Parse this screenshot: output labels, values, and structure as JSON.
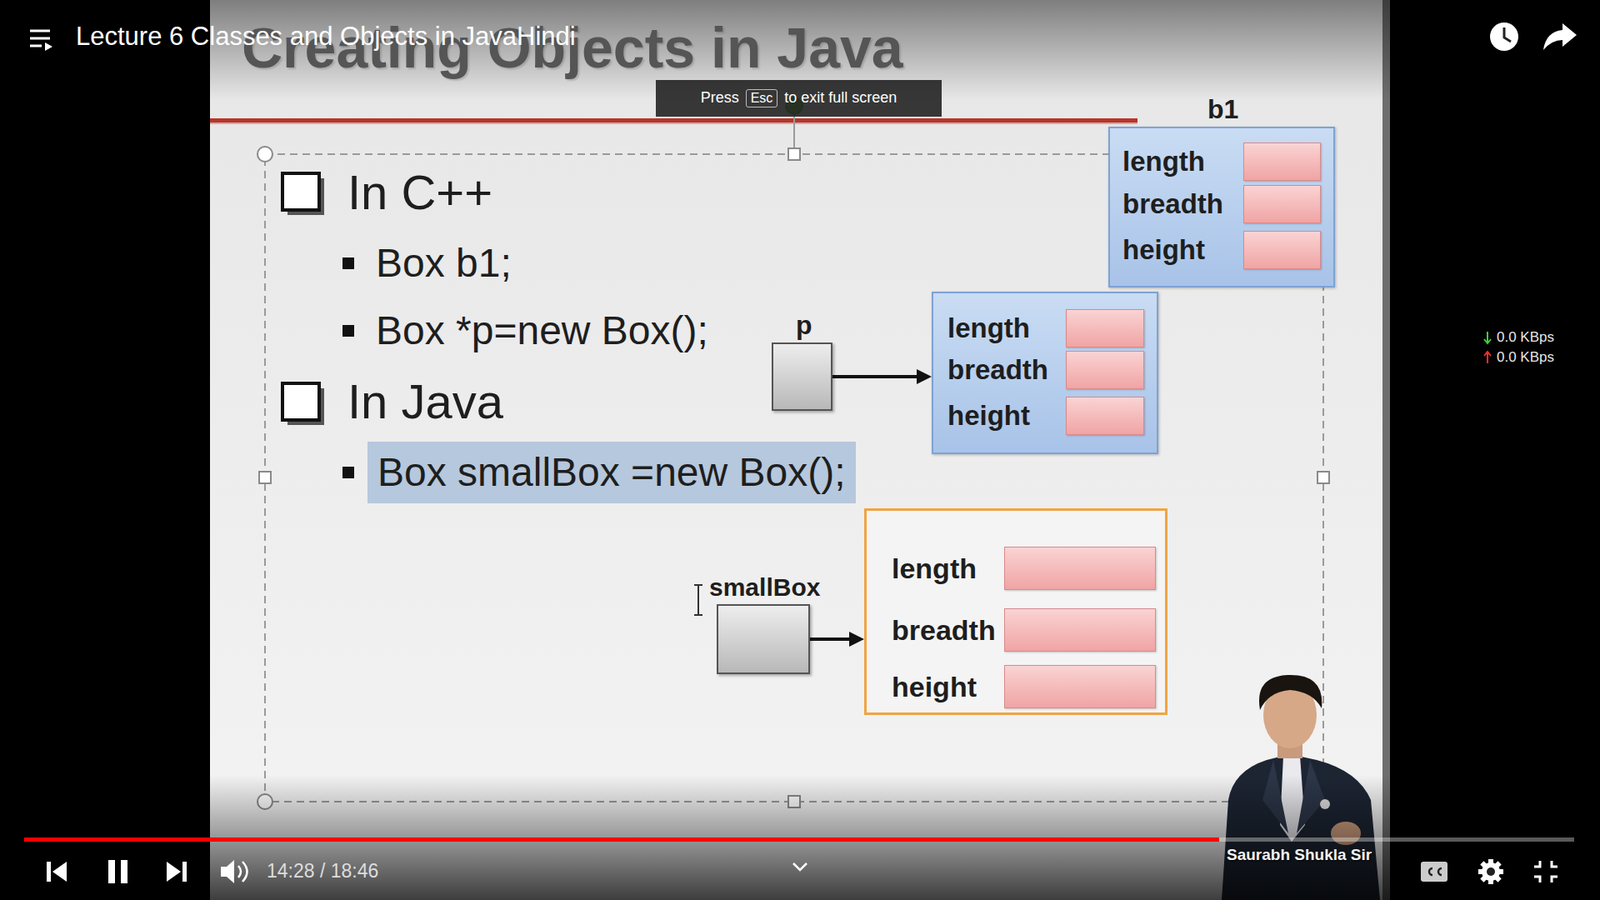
{
  "diagram": {
    "title": "Creating Objects in Java",
    "nodes": [
      {
        "text": [
          "b1",
          "length",
          "breadth",
          "height"
        ]
      },
      {
        "text": [
          "p"
        ]
      },
      {
        "text": [
          "length",
          "breadth",
          "height"
        ]
      },
      {
        "text": [
          "smallBox"
        ]
      },
      {
        "text": [
          "length",
          "breadth",
          "height"
        ]
      }
    ],
    "edges": [
      {
        "from": 1,
        "to": 2,
        "arrow": "to"
      },
      {
        "from": 3,
        "to": 4,
        "arrow": "to"
      }
    ],
    "labels": [
      "Lecture 6 Classes and Objects in JavaHindi",
      "Press",
      "Esc",
      "to exit full screen",
      "In C++",
      "Box b1;",
      "Box *p=new Box();",
      "In Java",
      "Box smallBox =new Box();",
      "0.0 KBps",
      "0.0 KBps",
      "14:28 / 18:46",
      "Saurabh Shukla Sir"
    ]
  }
}
